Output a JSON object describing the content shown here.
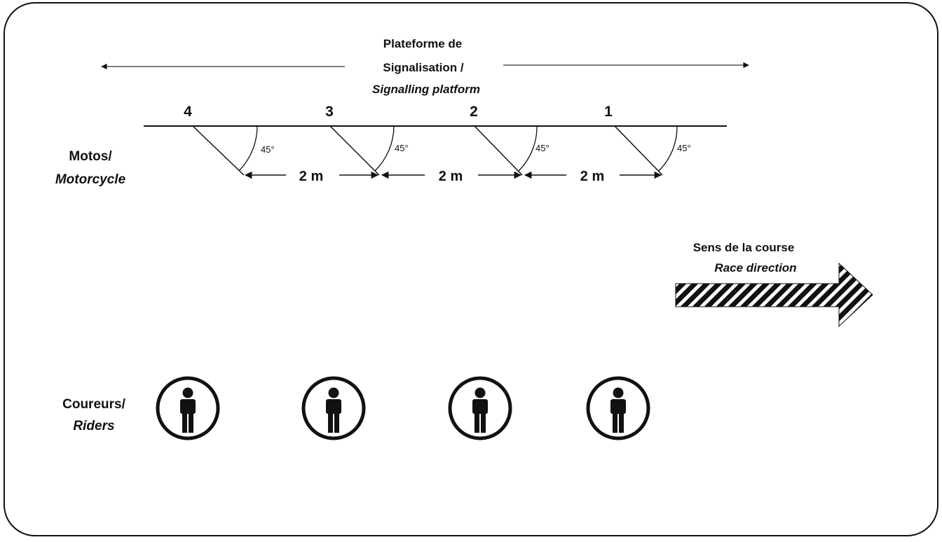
{
  "platform": {
    "line1": "Plateforme de",
    "line2": "Signalisation /",
    "line3": "Signalling platform"
  },
  "positions": [
    "4",
    "3",
    "2",
    "1"
  ],
  "angle_label": "45°",
  "spacing_label": "2 m",
  "motos": {
    "fr": "Motos/",
    "en": "Motorcycle"
  },
  "race": {
    "fr": "Sens de la  course",
    "en": "Race direction"
  },
  "riders": {
    "fr": "Coureurs/",
    "en": "Riders"
  },
  "rider_count": 4
}
